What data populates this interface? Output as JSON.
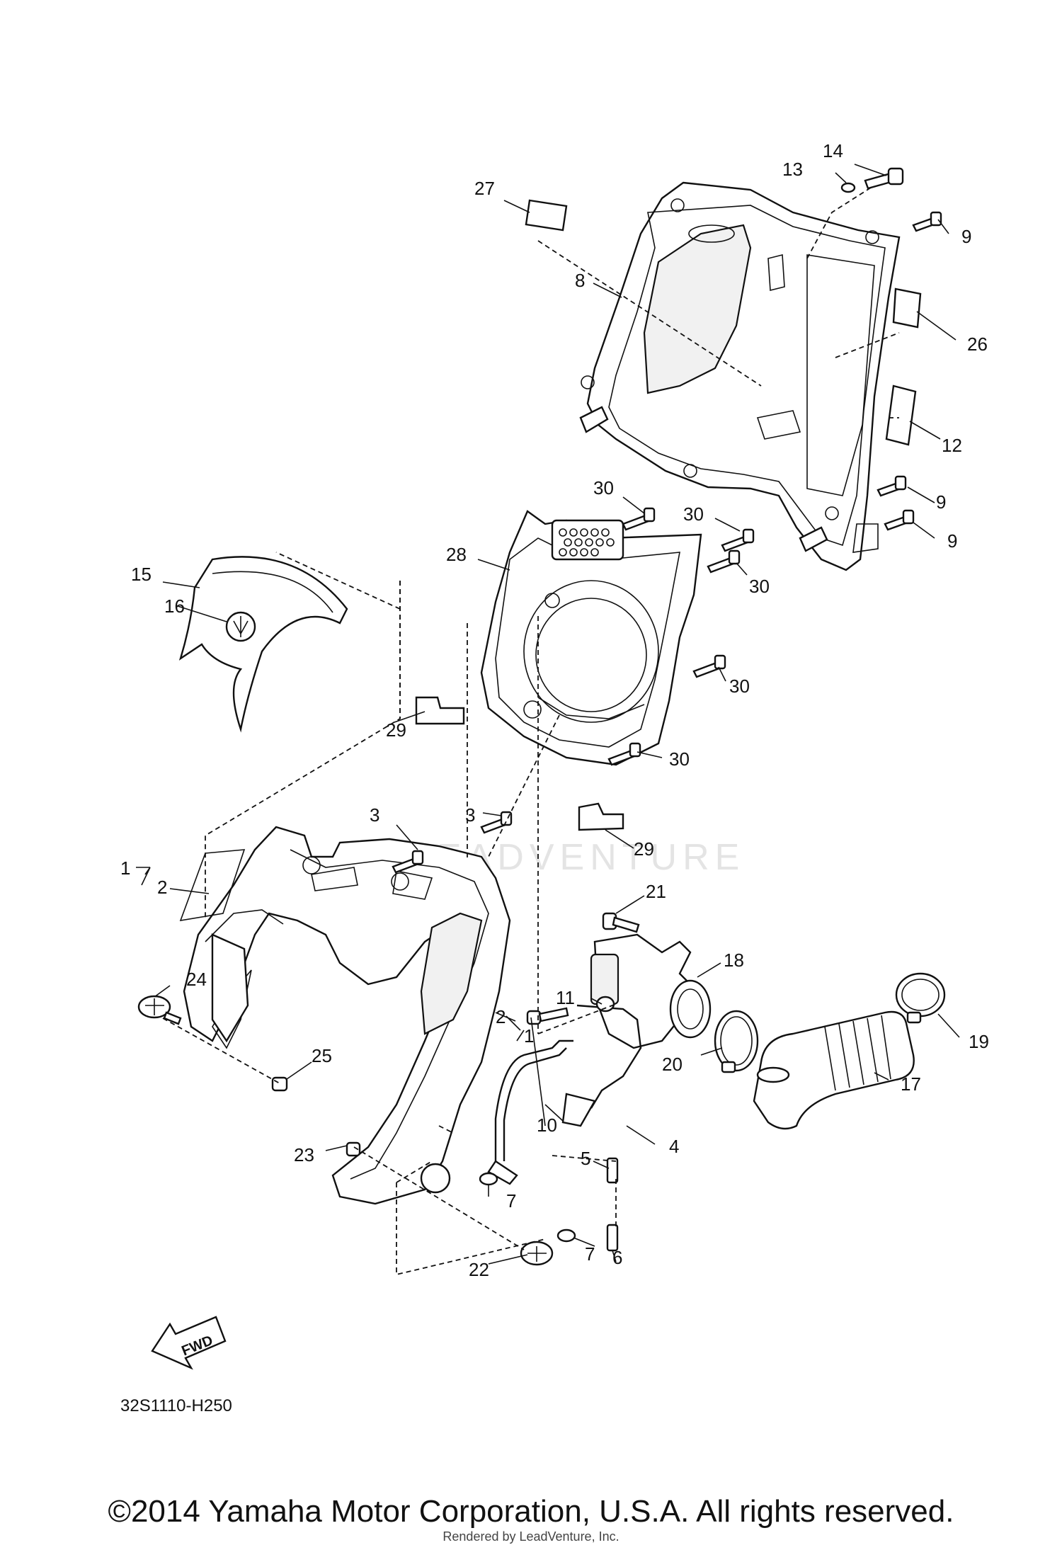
{
  "diagram": {
    "code": "32S1110-H250",
    "fwd_label": "FWD",
    "watermark": "LEADVENTURE",
    "callouts": {
      "c1a": "1",
      "c1b": "1",
      "c2a": "2",
      "c2b": "2",
      "c3a": "3",
      "c3b": "3",
      "c4": "4",
      "c5": "5",
      "c6": "6",
      "c7a": "7",
      "c7b": "7",
      "c8": "8",
      "c9a": "9",
      "c9b": "9",
      "c9c": "9",
      "c10": "10",
      "c11": "11",
      "c12": "12",
      "c13": "13",
      "c14": "14",
      "c15": "15",
      "c16": "16",
      "c17": "17",
      "c18": "18",
      "c19": "19",
      "c20": "20",
      "c21": "21",
      "c22": "22",
      "c23": "23",
      "c24": "24",
      "c25": "25",
      "c26": "26",
      "c27": "27",
      "c28": "28",
      "c29a": "29",
      "c29b": "29",
      "c30a": "30",
      "c30b": "30",
      "c30c": "30",
      "c30d": "30",
      "c30e": "30"
    }
  },
  "footer": {
    "copyright": "©2014 Yamaha Motor Corporation, U.S.A. All rights reserved.",
    "rendered_by": "Rendered by LeadVenture, Inc."
  }
}
